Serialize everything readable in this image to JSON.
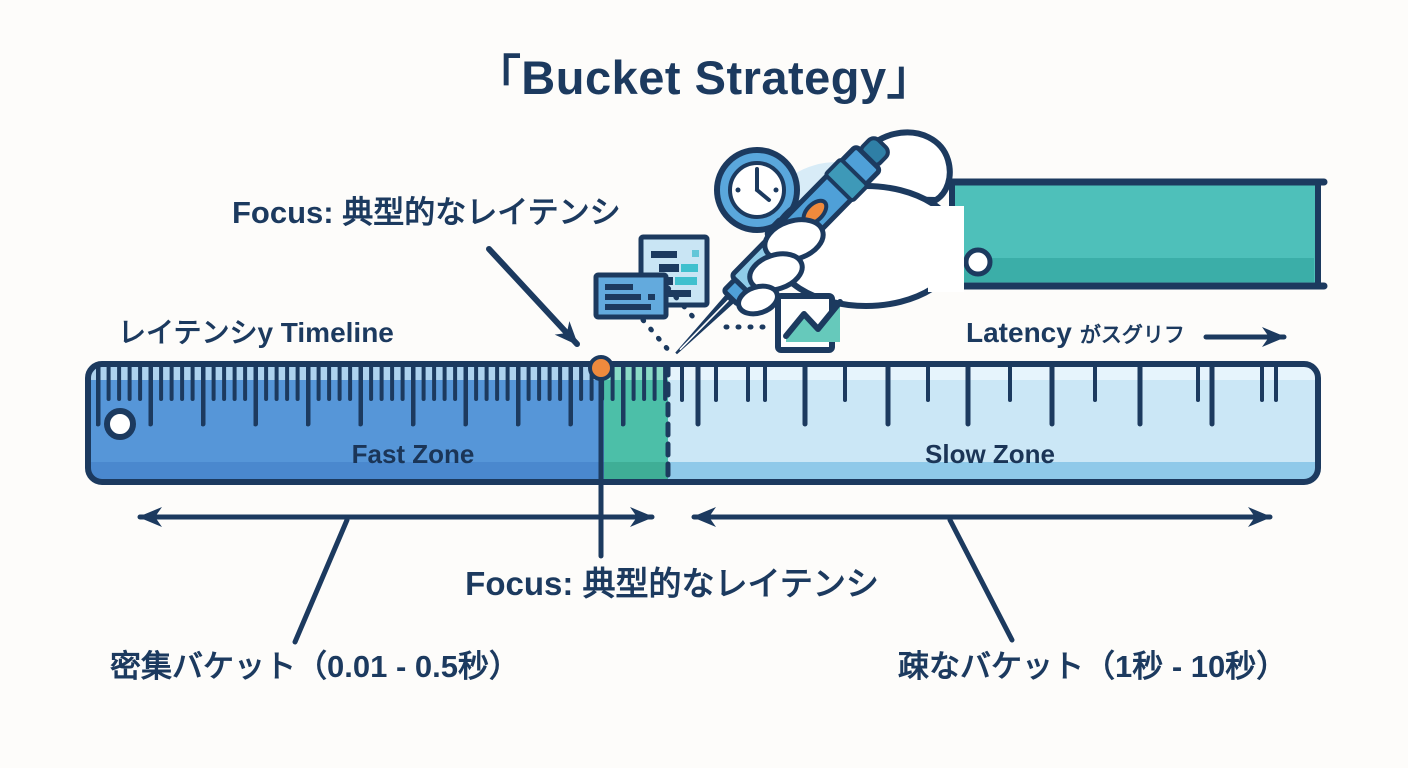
{
  "title": "「Bucket Strategy」",
  "timeline": {
    "axis_label": "レイテンシy Timeline",
    "direction_label": "Latency",
    "direction_suffix": "がスグリフ"
  },
  "zones": {
    "fast": {
      "label": "Fast Zone",
      "bucket_label": "密集バケット（0.01 - 0.5秒）",
      "color": "#5696d8"
    },
    "slow": {
      "label": "Slow Zone",
      "bucket_label": "疎なバケット（1秒 - 10秒）",
      "color": "#cbe7f6"
    },
    "focus": {
      "color": "#4cbfa8"
    }
  },
  "annotations": {
    "focus_top": "Focus: 典型的なレイテンシ",
    "focus_bottom": "Focus: 典型的なレイテンシ"
  },
  "colors": {
    "ink_navy": "#1c3a5f",
    "marker_orange": "#ef8a3d",
    "sleeve_teal": "#4ec0ba",
    "fast_zone_blue": "#5696d8",
    "slow_zone_blue": "#cbe7f6",
    "focus_zone_green": "#4cbfa8"
  },
  "icons": [
    "clock-icon",
    "stylus-pen-icon",
    "hand-illustration",
    "sleeve-illustration",
    "document-cards-icon",
    "chart-icon"
  ]
}
